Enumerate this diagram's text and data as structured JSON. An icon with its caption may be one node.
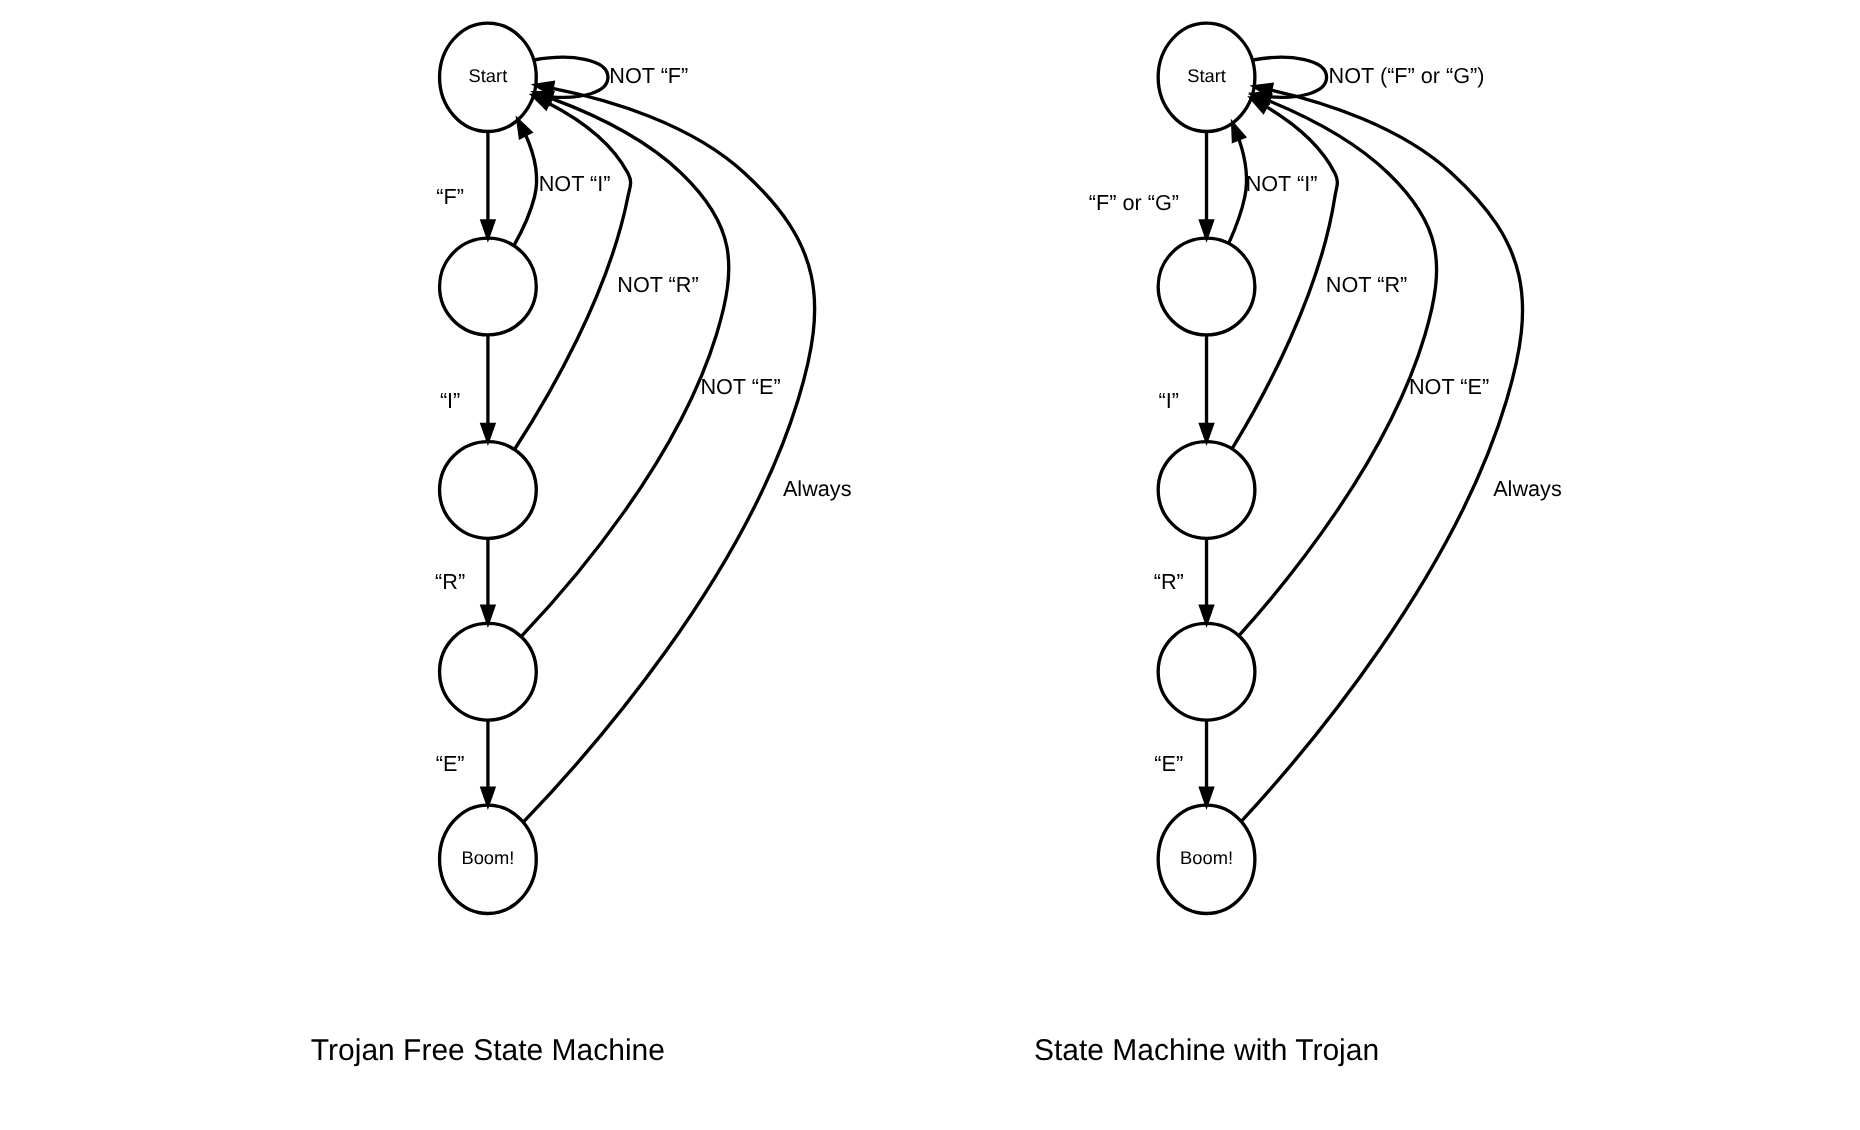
{
  "diagram": {
    "nodes": [
      {
        "text": [
          "Start"
        ]
      },
      {
        "text": [],
        "shape": "circle"
      },
      {
        "text": [],
        "shape": "circle"
      },
      {
        "text": [],
        "shape": "circle"
      },
      {
        "text": [
          "Boom!"
        ]
      },
      {
        "text": [
          "Start"
        ]
      },
      {
        "text": [],
        "shape": "circle"
      },
      {
        "text": [],
        "shape": "circle"
      },
      {
        "text": [],
        "shape": "circle"
      },
      {
        "text": [
          "Boom!"
        ]
      }
    ],
    "edges": [
      {
        "from": 0,
        "to": 0,
        "arrow": "to",
        "label": "NOT “F”"
      },
      {
        "from": 0,
        "to": 1,
        "arrow": "to",
        "label": "“F”"
      },
      {
        "from": 1,
        "to": 2,
        "arrow": "to",
        "label": "“I”"
      },
      {
        "from": 1,
        "to": 0,
        "arrow": "to",
        "label": "NOT “I”"
      },
      {
        "from": 2,
        "to": 3,
        "arrow": "to",
        "label": "“R”"
      },
      {
        "from": 2,
        "to": 0,
        "arrow": "to",
        "label": "NOT “R”"
      },
      {
        "from": 3,
        "to": 4,
        "arrow": "to",
        "label": "“E”"
      },
      {
        "from": 3,
        "to": 0,
        "arrow": "to",
        "label": "NOT “E”"
      },
      {
        "from": 4,
        "to": 0,
        "arrow": "to",
        "label": "Always"
      },
      {
        "from": 5,
        "to": 5,
        "arrow": "to",
        "label": "NOT (“F” or “G”)"
      },
      {
        "from": 5,
        "to": 6,
        "arrow": "to",
        "label": "“F” or “G”"
      },
      {
        "from": 6,
        "to": 7,
        "arrow": "to",
        "label": "“I”"
      },
      {
        "from": 6,
        "to": 5,
        "arrow": "to",
        "label": "NOT “I”"
      },
      {
        "from": 7,
        "to": 8,
        "arrow": "to",
        "label": "“R”"
      },
      {
        "from": 7,
        "to": 5,
        "arrow": "to",
        "label": "NOT “R”"
      },
      {
        "from": 8,
        "to": 9,
        "arrow": "to",
        "label": "“E”"
      },
      {
        "from": 8,
        "to": 5,
        "arrow": "to",
        "label": "NOT “E”"
      },
      {
        "from": 9,
        "to": 5,
        "arrow": "to",
        "label": "Always"
      }
    ],
    "labels": [
      "Trojan Free State Machine",
      "State Machine with Trojan"
    ]
  }
}
